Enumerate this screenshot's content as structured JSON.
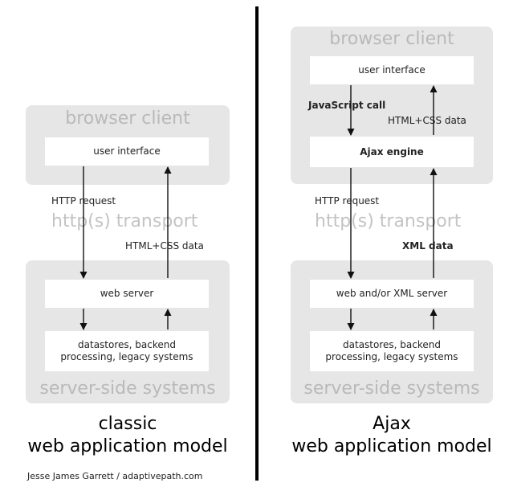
{
  "classic": {
    "browser_title": "browser client",
    "ui_box": "user interface",
    "request_label": "HTTP request",
    "transport_label": "http(s) transport",
    "response_label": "HTML+CSS data",
    "server_box": "web server",
    "data_box_line1": "datastores, backend",
    "data_box_line2": "processing, legacy systems",
    "server_title": "server-side systems",
    "caption_line1": "classic",
    "caption_line2": "web application model"
  },
  "ajax": {
    "browser_title": "browser client",
    "ui_box": "user interface",
    "js_call_label": "JavaScript call",
    "html_css_label": "HTML+CSS data",
    "engine_box": "Ajax engine",
    "request_label": "HTTP request",
    "transport_label": "http(s) transport",
    "response_label": "XML data",
    "server_box": "web and/or XML server",
    "data_box_line1": "datastores, backend",
    "data_box_line2": "processing, legacy systems",
    "server_title": "server-side systems",
    "caption_line1": "Ajax",
    "caption_line2": "web application model"
  },
  "credit": "Jesse James Garrett / adaptivepath.com"
}
